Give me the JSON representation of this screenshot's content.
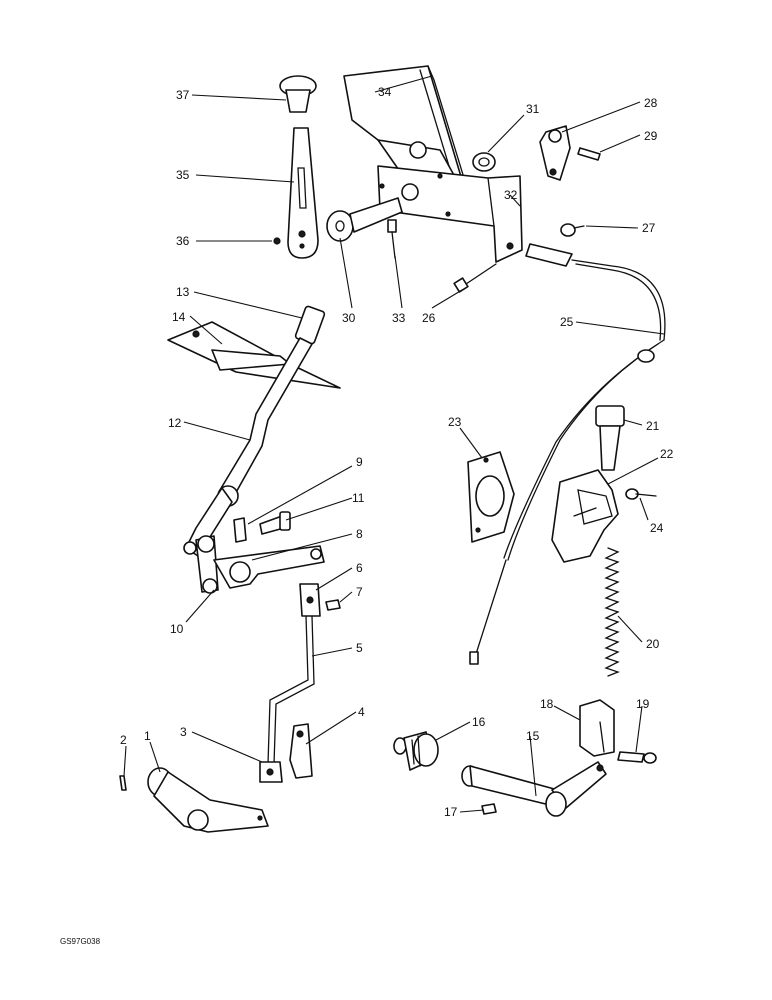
{
  "drawing_code": "GS97G038",
  "callouts": [
    "1",
    "2",
    "3",
    "4",
    "5",
    "6",
    "7",
    "8",
    "9",
    "10",
    "11",
    "12",
    "13",
    "14",
    "15",
    "16",
    "17",
    "18",
    "19",
    "20",
    "21",
    "22",
    "23",
    "24",
    "25",
    "26",
    "27",
    "28",
    "29",
    "30",
    "31",
    "32",
    "33",
    "34",
    "35",
    "36",
    "37"
  ],
  "ink_color": "#111111",
  "background_color": "#ffffff"
}
